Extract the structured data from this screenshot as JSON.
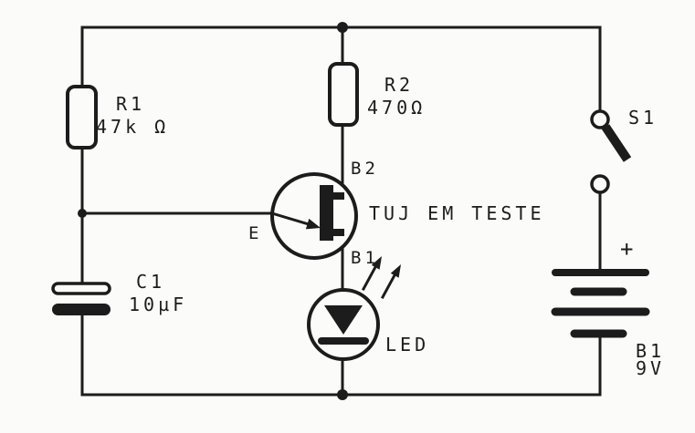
{
  "colors": {
    "ink": "#1c1c1c",
    "paper": "#fbfbf9"
  },
  "components": {
    "r1": {
      "name": "R1",
      "value": "47k Ω"
    },
    "r2": {
      "name": "R2",
      "value": "470Ω"
    },
    "c1": {
      "name": "C1",
      "value": "10µF"
    },
    "ujt": {
      "caption": "TUJ EM TESTE",
      "emitter": "E",
      "base2": "B2",
      "base1": "B1"
    },
    "led": {
      "label": "LED"
    },
    "switch": {
      "label": "S1"
    },
    "battery": {
      "polarity": "+",
      "name": "B1",
      "voltage": "9V"
    }
  }
}
